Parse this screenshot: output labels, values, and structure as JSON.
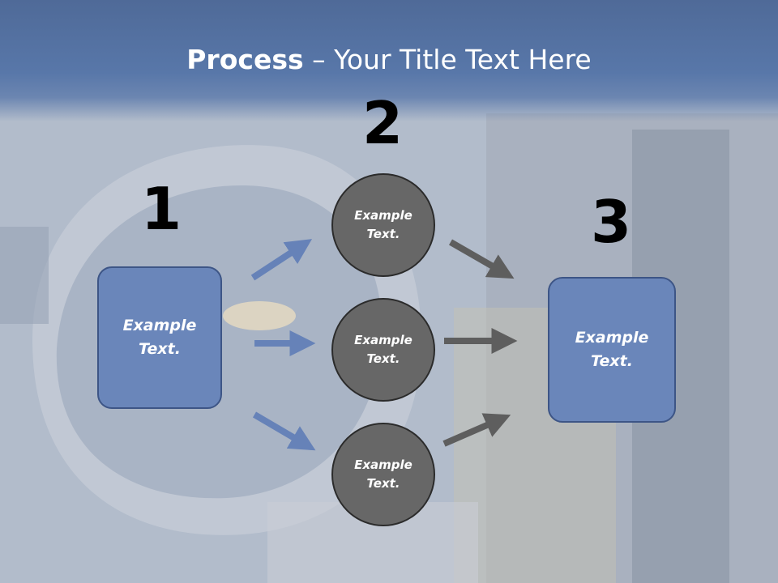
{
  "title": {
    "bold": "Process",
    "rest": " – Your Title Text Here"
  },
  "steps": [
    {
      "number": "1",
      "label": "Example\nText."
    },
    {
      "number": "2",
      "circles": [
        "Example\nText.",
        "Example\nText.",
        "Example\nText."
      ]
    },
    {
      "number": "3",
      "label": "Example\nText."
    }
  ],
  "colors": {
    "title_band": "#5877a9",
    "box_fill": "#6a86ba",
    "box_border": "#3d5586",
    "circle_fill": "#676767",
    "blue_arrow": "#6682b8",
    "gray_arrow": "#5e5e5e"
  }
}
